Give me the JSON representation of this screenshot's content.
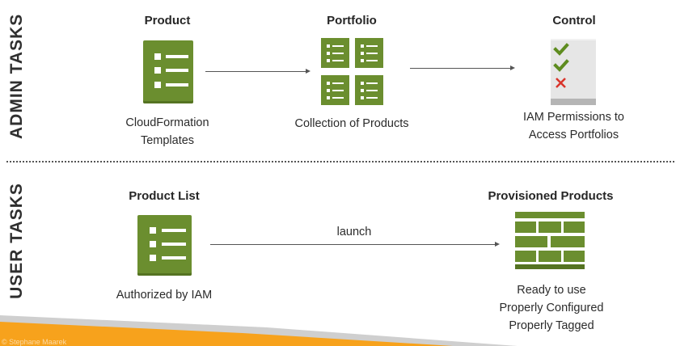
{
  "sections": {
    "admin": "ADMIN TASKS",
    "user": "USER TASKS"
  },
  "admin": {
    "product": {
      "title": "Product",
      "caption": "CloudFormation\nTemplates"
    },
    "portfolio": {
      "title": "Portfolio",
      "caption": "Collection of Products"
    },
    "control": {
      "title": "Control",
      "caption": "IAM Permissions to\nAccess Portfolios"
    }
  },
  "user": {
    "product_list": {
      "title": "Product List",
      "caption": "Authorized by IAM"
    },
    "arrow_label": "launch",
    "provisioned": {
      "title": "Provisioned Products",
      "caption": "Ready to use\nProperly Configured\nProperly Tagged"
    }
  },
  "footer": "© Stephane Maarek",
  "colors": {
    "icon_green": "#6b8e2f",
    "check_green": "#5e8c1f",
    "cross_red": "#d9342b",
    "band_orange": "#f7a21c",
    "band_gray": "#cfcfcf"
  },
  "icons": [
    "list-icon",
    "portfolio-grid-icon",
    "checklist-icon",
    "brick-wall-icon"
  ]
}
